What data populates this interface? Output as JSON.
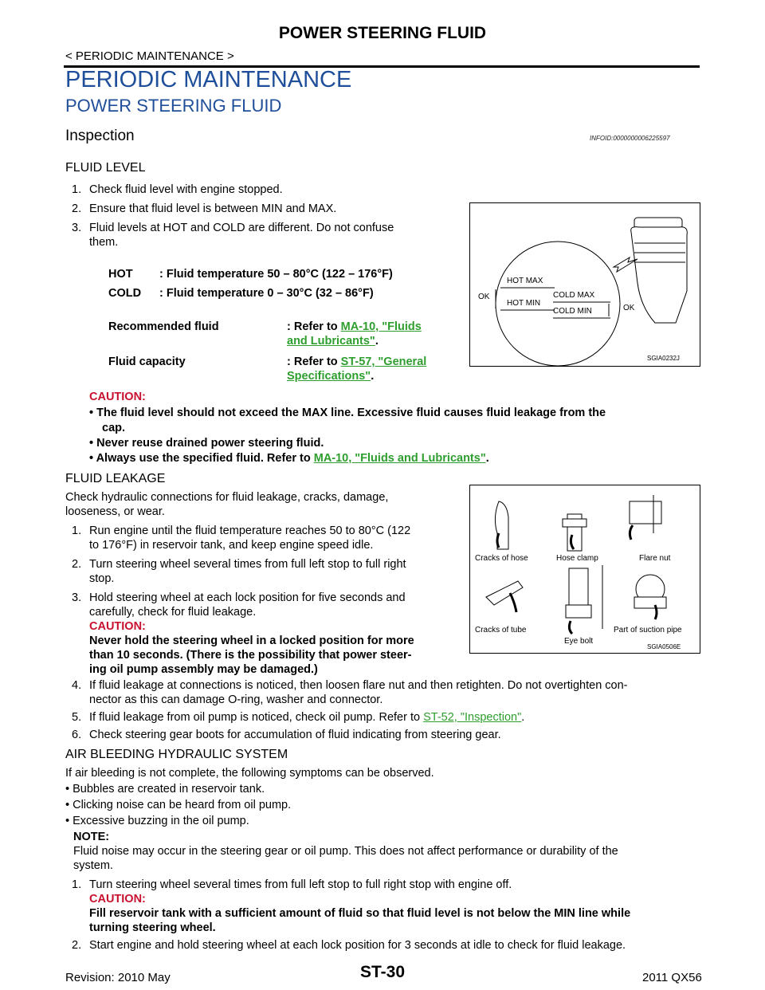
{
  "header": {
    "title": "POWER STEERING FLUID",
    "breadcrumb": "< PERIODIC MAINTENANCE >"
  },
  "headings": {
    "h1": "PERIODIC MAINTENANCE",
    "h2": "POWER STEERING FLUID",
    "h3": "Inspection",
    "infoid": "INFOID:0000000006225597"
  },
  "fluid_level": {
    "title": "FLUID LEVEL",
    "steps": [
      "Check fluid level with engine stopped.",
      "Ensure that fluid level is between MIN and MAX.",
      "Fluid levels at HOT and COLD are different. Do not confuse",
      "them."
    ],
    "step_nums": [
      "1.",
      "2.",
      "3."
    ],
    "spec_hot_key": "HOT",
    "spec_hot_val": ": Fluid temperature 50 – 80°C (122 – 176°F)",
    "spec_cold_key": "COLD",
    "spec_cold_val": ": Fluid temperature 0 – 30°C (32 – 86°F)",
    "rec_key": "Recommended fluid",
    "rec_prefix": ": Refer to ",
    "rec_link1": "MA-10, \"Fluids",
    "rec_link2": "and Lubricants\"",
    "cap_key": "Fluid capacity",
    "cap_prefix": ": Refer to ",
    "cap_link1": "ST-57, \"General",
    "cap_link2": "Specifications\"",
    "period": ".",
    "caution_label": "CAUTION:",
    "caution1a": "The fluid level should not exceed the MAX line. Excessive fluid causes fluid leakage from the",
    "caution1b": "cap.",
    "caution2": "Never reuse drained power steering fluid.",
    "caution3_prefix": "Always use the specified fluid. Refer to ",
    "caution3_link": "MA-10, \"Fluids and Lubricants\"",
    "bullet": "•"
  },
  "figure1": {
    "hot_max": "HOT MAX",
    "hot_min": "HOT MIN",
    "cold_max": "COLD MAX",
    "cold_min": "COLD MIN",
    "ok_left": "OK",
    "ok_right": "OK",
    "id": "SGIA0232J"
  },
  "fluid_leakage": {
    "title": "FLUID LEAKAGE",
    "intro1": "Check hydraulic connections for fluid leakage, cracks, damage,",
    "intro2": "looseness, or wear.",
    "s1a": "Run engine until the fluid temperature reaches 50 to 80°C (122",
    "s1b": "to 176°F) in reservoir tank, and keep engine speed idle.",
    "s2a": "Turn steering wheel several times from full left stop to full right",
    "s2b": "stop.",
    "s3a": "Hold steering wheel at each lock position for five seconds and",
    "s3b": "carefully, check for fluid leakage.",
    "s3_caution": "CAUTION:",
    "s3c1": "Never hold the steering wheel in a locked position for more",
    "s3c2": "than 10 seconds. (There is the possibility that power steer-",
    "s3c3": "ing oil pump assembly may be damaged.)",
    "s4a": "If fluid leakage at connections is noticed, then loosen flare nut and then retighten. Do not overtighten con-",
    "s4b": "nector as this can damage O-ring, washer and connector.",
    "s5_prefix": "If fluid leakage from oil pump is noticed, check oil pump. Refer to ",
    "s5_link": "ST-52, \"Inspection\"",
    "s6": "Check steering gear boots for accumulation of fluid indicating from steering gear.",
    "nums": [
      "1.",
      "2.",
      "3.",
      "4.",
      "5.",
      "6."
    ]
  },
  "figure2": {
    "cracks_hose": "Cracks of hose",
    "hose_clamp": "Hose clamp",
    "flare_nut": "Flare nut",
    "cracks_tube": "Cracks of tube",
    "eye_bolt": "Eye bolt",
    "suction_pipe": "Part of suction pipe",
    "id": "SGIA0506E"
  },
  "air_bleeding": {
    "title": "AIR BLEEDING HYDRAULIC SYSTEM",
    "intro": "If air bleeding is not complete, the following symptoms can be observed.",
    "b1": "Bubbles are created in reservoir tank.",
    "b2": "Clicking noise can be heard from oil pump.",
    "b3": "Excessive buzzing in the oil pump.",
    "note_label": "NOTE:",
    "note1": "Fluid noise may occur in the steering gear or oil pump. This does not affect performance or durability of the",
    "note2": "system.",
    "s1": "Turn steering wheel several times from full left stop to full right stop with engine off.",
    "s1_caution": "CAUTION:",
    "s1c1": "Fill reservoir tank with a sufficient amount of fluid so that fluid level is not below the MIN line while",
    "s1c2": "turning steering wheel.",
    "s2": "Start engine and hold steering wheel at each lock position for 3 seconds at idle to check for fluid leakage."
  },
  "footer": {
    "revision": "Revision: 2010 May",
    "page": "ST-30",
    "model": "2011 QX56"
  }
}
